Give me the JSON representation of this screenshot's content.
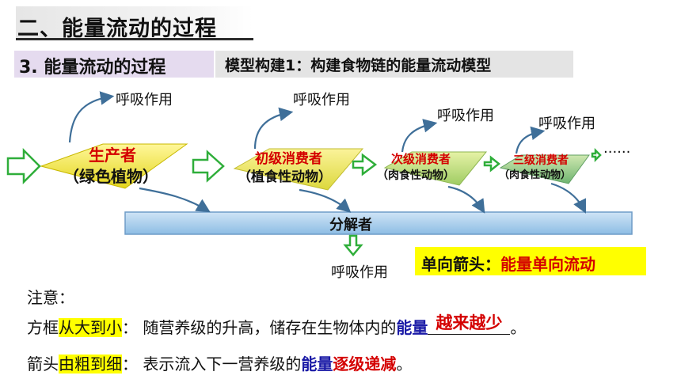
{
  "header": {
    "section_title": "二、能量流动的过程",
    "subtitle": "3. 能量流动的过程",
    "model_title": "模型构建1：构建食物链的能量流动模型"
  },
  "diagram": {
    "respiration_label": "呼吸作用",
    "nodes": [
      {
        "name": "生产者",
        "detail": "（绿色植物）"
      },
      {
        "name": "初级消费者",
        "detail": "（植食性动物）"
      },
      {
        "name": "次级消费者",
        "detail": "（肉食性动物）"
      },
      {
        "name": "三级消费者",
        "detail": "（肉食性动物）"
      }
    ],
    "ellipsis": "······",
    "decomposer": "分解者",
    "callout_prefix": "单向箭头：",
    "callout_highlight": "能量单向流动"
  },
  "notes": {
    "heading": "注意：",
    "line1": {
      "prefix": "方框",
      "highlight": "从大到小",
      "text": "：  随营养级的升高，储存在生物体内的",
      "keyword": "能量",
      "answer": "越来越少",
      "end": "。"
    },
    "line2": {
      "prefix": "箭头",
      "highlight": "由粗到细",
      "text": "：  表示流入下一营养级的",
      "keyword": "能量",
      "answer": "逐级递减",
      "end": "。"
    }
  },
  "colors": {
    "producer": "#f2ea3a",
    "consumer1": "#e8e35a",
    "consumer2": "#b9d873",
    "consumer3": "#8fc38a",
    "flow_arrow": "#2fae3a",
    "decomposer_bar": "#a8cdea",
    "accent_red": "#d40000",
    "keyword_blue": "#1a1aa6"
  }
}
